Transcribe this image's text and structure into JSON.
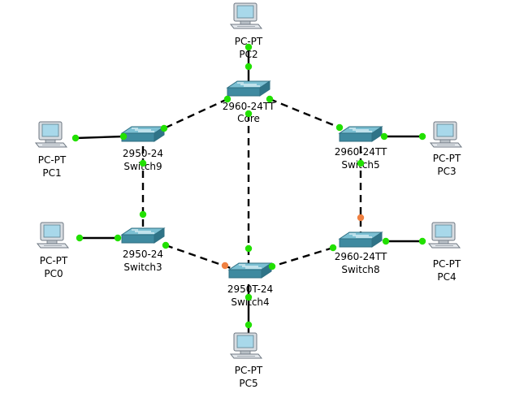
{
  "devices": {
    "pc2": {
      "model": "PC-PT",
      "name": "PC2"
    },
    "core": {
      "model": "2960-24TT",
      "name": "Core"
    },
    "pc1": {
      "model": "PC-PT",
      "name": "PC1"
    },
    "switch9": {
      "model": "2950-24",
      "name": "Switch9"
    },
    "switch5": {
      "model": "2960-24TT",
      "name": "Switch5"
    },
    "pc3": {
      "model": "PC-PT",
      "name": "PC3"
    },
    "pc0": {
      "model": "PC-PT",
      "name": "PC0"
    },
    "switch3": {
      "model": "2950-24",
      "name": "Switch3"
    },
    "switch8": {
      "model": "2960-24TT",
      "name": "Switch8"
    },
    "pc4": {
      "model": "PC-PT",
      "name": "PC4"
    },
    "switch4": {
      "model": "2950T-24",
      "name": "Switch4"
    },
    "pc5": {
      "model": "PC-PT",
      "name": "PC5"
    }
  },
  "links": [
    {
      "from": "pc2",
      "to": "core",
      "type": "straight"
    },
    {
      "from": "core",
      "to": "switch9",
      "type": "crossover"
    },
    {
      "from": "core",
      "to": "switch5",
      "type": "crossover"
    },
    {
      "from": "core",
      "to": "switch4",
      "type": "crossover"
    },
    {
      "from": "pc1",
      "to": "switch9",
      "type": "straight"
    },
    {
      "from": "switch5",
      "to": "pc3",
      "type": "straight"
    },
    {
      "from": "switch9",
      "to": "switch3",
      "type": "crossover"
    },
    {
      "from": "switch5",
      "to": "switch8",
      "type": "crossover"
    },
    {
      "from": "pc0",
      "to": "switch3",
      "type": "straight"
    },
    {
      "from": "switch8",
      "to": "pc4",
      "type": "straight"
    },
    {
      "from": "switch3",
      "to": "switch4",
      "type": "crossover"
    },
    {
      "from": "switch8",
      "to": "switch4",
      "type": "crossover"
    },
    {
      "from": "switch4",
      "to": "pc5",
      "type": "straight"
    }
  ],
  "colors": {
    "link_up": "#22e000",
    "link_blocked": "#f08040",
    "cable": "#000000",
    "switch_top": "#6fb3c6",
    "switch_front": "#3f8aa0",
    "pc_body": "#d8dde2",
    "pc_screen": "#9ad3e6"
  }
}
